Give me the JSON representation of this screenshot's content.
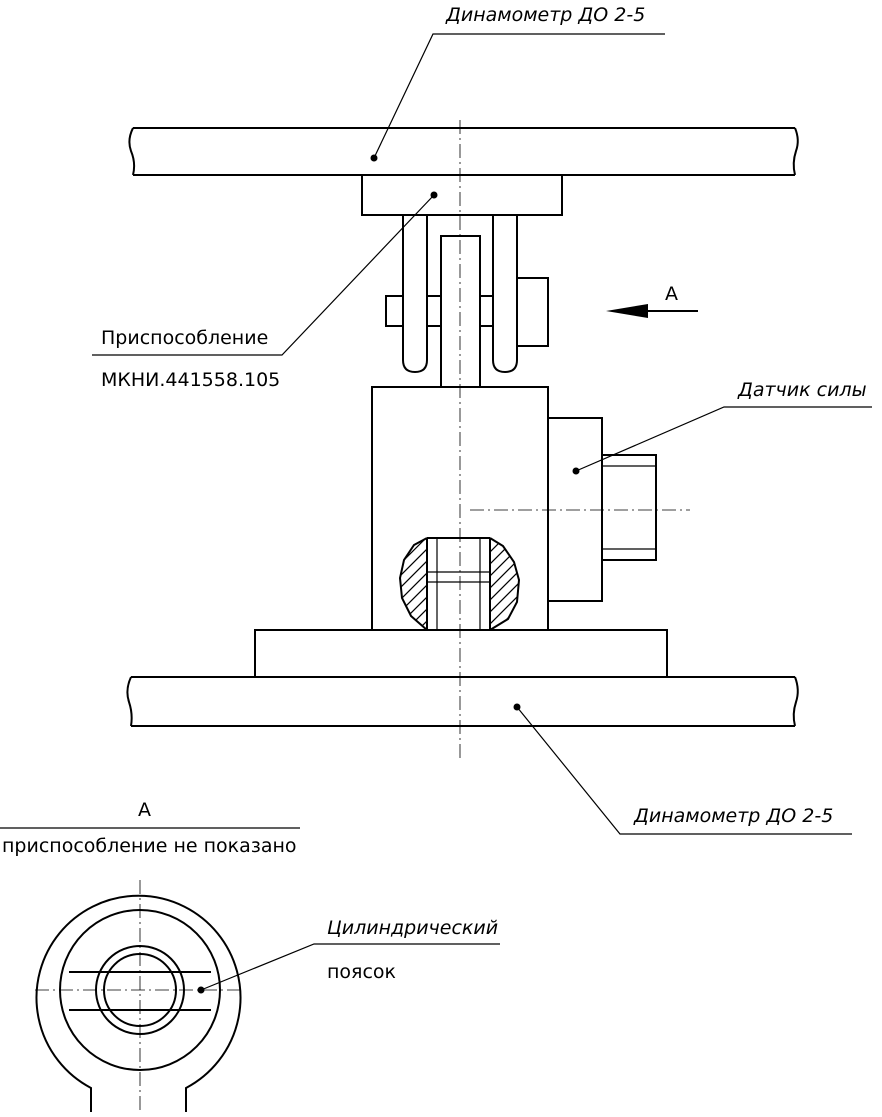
{
  "labels": {
    "dynamometer_top": "Динамометр ДО 2-5",
    "fixture_name": "Приспособление",
    "fixture_code": "МКНИ.441558.105",
    "force_sensor": "Датчик силы",
    "dynamometer_bottom": "Динамометр ДО 2-5",
    "view_arrow_letter": "А",
    "view_title": "А",
    "view_note": "приспособление не показано",
    "collar_line1": "Цилиндрический",
    "collar_line2": "поясок"
  }
}
